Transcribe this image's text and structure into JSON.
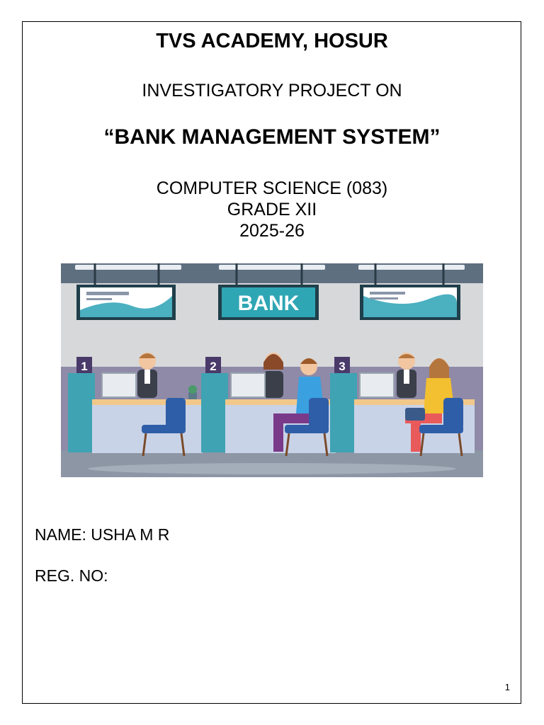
{
  "header": {
    "school": "TVS ACADEMY, HOSUR",
    "subtitle": "INVESTIGATORY PROJECT ON",
    "title": "“BANK MANAGEMENT SYSTEM”"
  },
  "course": {
    "subject": "COMPUTER SCIENCE (083)",
    "grade": "GRADE XII",
    "year": "2025-26"
  },
  "illustration": {
    "sign_text": "BANK",
    "counters": [
      "1",
      "2",
      "3"
    ]
  },
  "student": {
    "name_label": "NAME: USHA M R",
    "reg_label": "REG. NO:"
  },
  "footer": {
    "page_number": "1"
  }
}
